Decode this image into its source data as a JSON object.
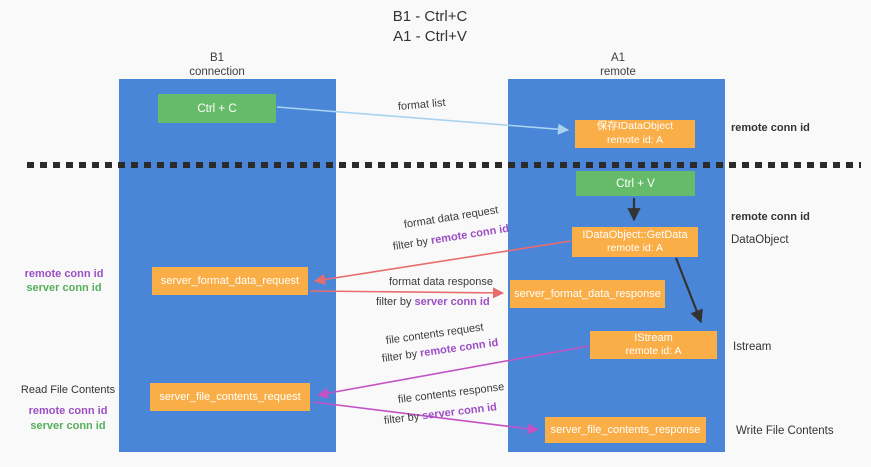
{
  "title": {
    "line1": "B1 - Ctrl+C",
    "line2": "A1 - Ctrl+V"
  },
  "lanes": {
    "left": {
      "title": "B1",
      "subtitle": "connection"
    },
    "right": {
      "title": "A1",
      "subtitle": "remote"
    }
  },
  "nodes": {
    "ctrl_c": {
      "label": "Ctrl + C"
    },
    "ctrl_v": {
      "label": "Ctrl + V"
    },
    "save_dataobject": {
      "line1": "保存IDataObject",
      "line2": "remote id: A"
    },
    "getdata": {
      "line1": "IDataObject::GetData",
      "line2": "remote id: A"
    },
    "istream": {
      "line1": "IStream",
      "line2": "remote id: A"
    },
    "format_request": {
      "label": "server_format_data_request"
    },
    "format_response": {
      "label": "server_format_data_response"
    },
    "file_request": {
      "label": "server_file_contents_request"
    },
    "file_response": {
      "label": "server_file_contents_response"
    }
  },
  "flow_labels": {
    "format_list": "format list",
    "format_data_request": "format data request",
    "format_data_request_filter_prefix": "filter by ",
    "format_data_request_filter_key": "remote conn id",
    "format_data_response": "format data response",
    "format_data_response_filter_prefix": "filter by ",
    "format_data_response_filter_key": "server conn id",
    "file_contents_request": "file contents request",
    "file_contents_request_filter_prefix": "filter by ",
    "file_contents_request_filter_key": "remote conn id",
    "file_contents_response": "file contents response",
    "file_contents_response_filter_prefix": "filter by ",
    "file_contents_response_filter_key": "server conn id"
  },
  "annotations": {
    "right_top_conn": "remote conn id",
    "right_mid_conn": "remote conn id",
    "dataobject": "DataObject",
    "istream": "Istream",
    "write_file_contents": "Write File Contents",
    "left_mid_remote": "remote conn id",
    "left_mid_server": "server conn id",
    "read_file_contents": "Read File Contents",
    "left_bottom_remote": "remote conn id",
    "left_bottom_server": "server conn id"
  },
  "colors": {
    "lane_blue": "#4a86d8",
    "node_green": "#66bb6a",
    "node_orange": "#f9ae47",
    "arrow_light_blue": "#a9d3f0",
    "arrow_black": "#333333",
    "arrow_salmon": "#e96c6c",
    "arrow_magenta": "#c353c3",
    "text_purple": "#9c4fc4",
    "text_green": "#57ae5b",
    "dashed_line": "#2b2b2b"
  }
}
